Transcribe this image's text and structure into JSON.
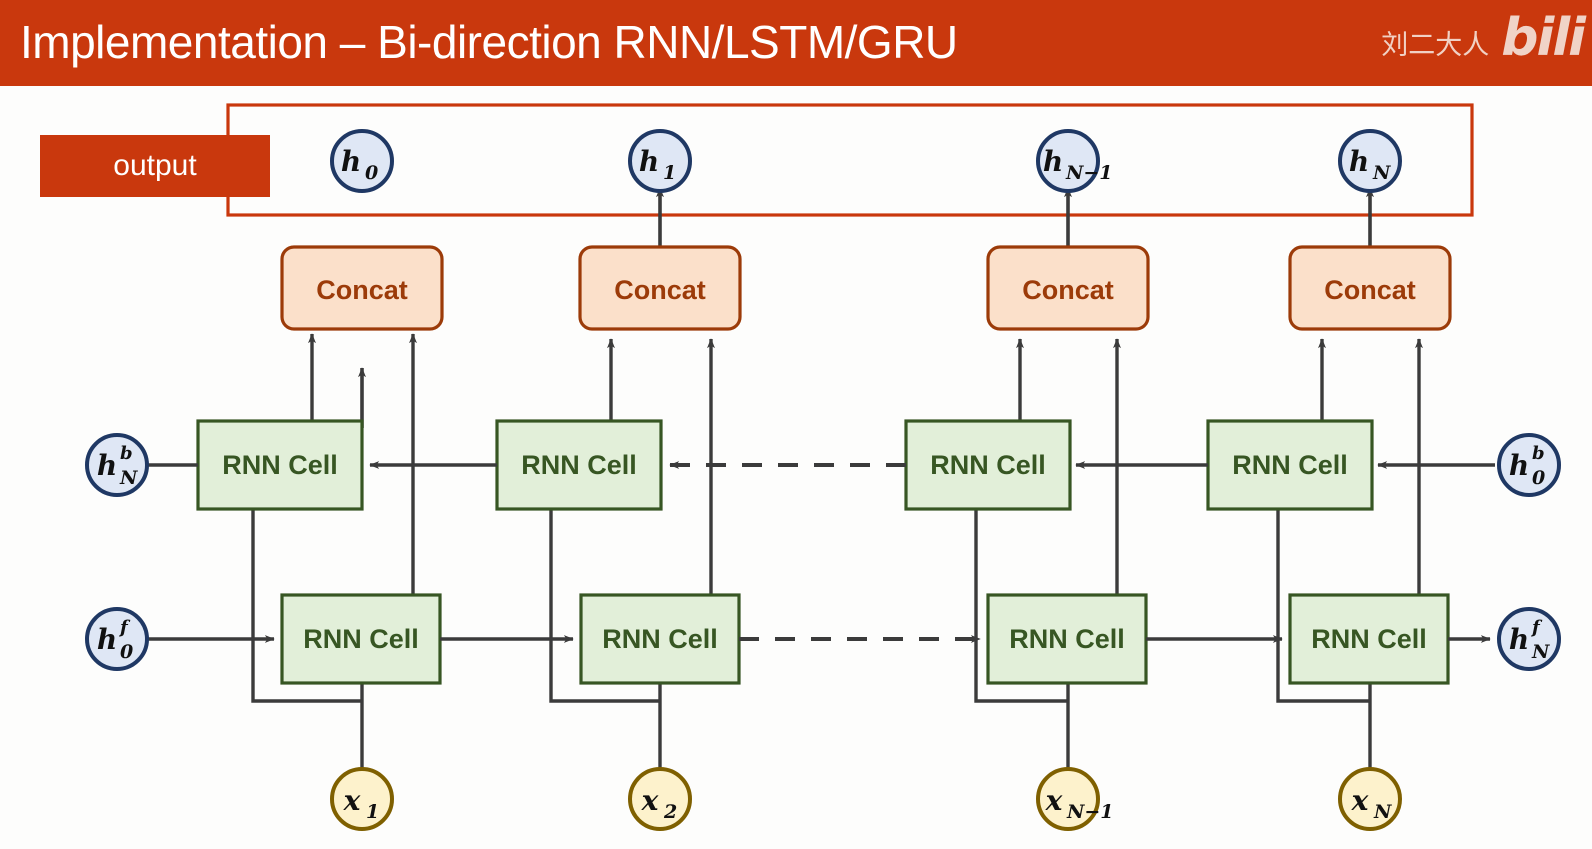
{
  "header": {
    "title": "Implementation – Bi-direction RNN/LSTM/GRU",
    "background_color": "#c9380d",
    "title_color": "#ffffff",
    "watermark_user": "刘二大人",
    "watermark_logo": "bili"
  },
  "diagram": {
    "output_label": "output",
    "output_bracket_color": "#c9380d",
    "colors": {
      "cell_fill": "#e2efd9",
      "cell_stroke": "#375623",
      "cell_text": "#375623",
      "concat_fill": "#fbe0ca",
      "concat_stroke": "#9c3b09",
      "concat_text": "#9c3b09",
      "hidden_fill": "#dfe7f5",
      "hidden_stroke": "#1f3864",
      "input_fill": "#fdf2cc",
      "input_stroke": "#7f6000",
      "arrow": "#3b3b3b"
    },
    "concat_label": "Concat",
    "cell_label": "RNN Cell",
    "columns": [
      {
        "id": "col-1",
        "output_node": {
          "base": "h",
          "sub": "0",
          "sup": ""
        },
        "concat": "Concat",
        "backward_cell": "RNN Cell",
        "forward_cell": "RNN Cell",
        "input_node": {
          "base": "x",
          "sub": "1",
          "sup": ""
        }
      },
      {
        "id": "col-2",
        "output_node": {
          "base": "h",
          "sub": "1",
          "sup": ""
        },
        "concat": "Concat",
        "backward_cell": "RNN Cell",
        "forward_cell": "RNN Cell",
        "input_node": {
          "base": "x",
          "sub": "2",
          "sup": ""
        }
      },
      {
        "id": "col-n-minus-1",
        "output_node": {
          "base": "h",
          "sub": "N−1",
          "sup": ""
        },
        "concat": "Concat",
        "backward_cell": "RNN Cell",
        "forward_cell": "RNN Cell",
        "input_node": {
          "base": "x",
          "sub": "N−1",
          "sup": ""
        }
      },
      {
        "id": "col-n",
        "output_node": {
          "base": "h",
          "sub": "N",
          "sup": ""
        },
        "concat": "Concat",
        "backward_cell": "RNN Cell",
        "forward_cell": "RNN Cell",
        "input_node": {
          "base": "x",
          "sub": "N",
          "sup": ""
        }
      }
    ],
    "edge_nodes": {
      "backward_left": {
        "base": "h",
        "sub": "N",
        "sup": "b"
      },
      "backward_right": {
        "base": "h",
        "sub": "0",
        "sup": "b"
      },
      "forward_left": {
        "base": "h",
        "sub": "0",
        "sup": "f"
      },
      "forward_right": {
        "base": "h",
        "sub": "N",
        "sup": "f"
      }
    },
    "ellipsis_backward": "dashed-arrow-left",
    "ellipsis_forward": "dashed-arrow-right"
  }
}
